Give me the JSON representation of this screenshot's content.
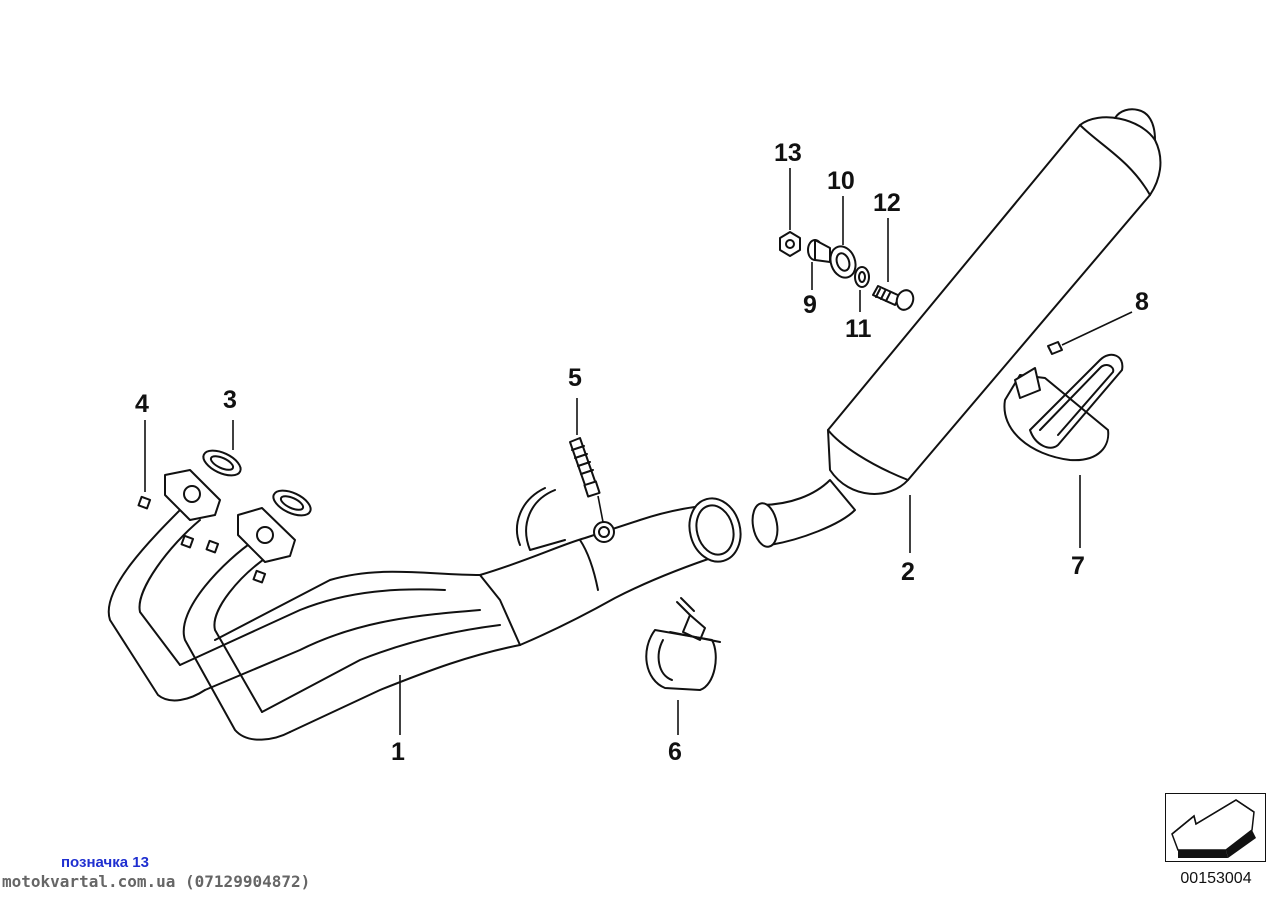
{
  "diagram": {
    "title": "Exhaust system parts diagram",
    "part_labels": {
      "p1": "1",
      "p2": "2",
      "p3": "3",
      "p4": "4",
      "p5": "5",
      "p6": "6",
      "p7": "7",
      "p8": "8",
      "p9": "9",
      "p10": "10",
      "p11": "11",
      "p12": "12",
      "p13": "13"
    },
    "reference_number": "00153004"
  },
  "watermark": {
    "tag": "позначка 13",
    "site": "motokvartal.com.ua (07129904872)"
  },
  "colors": {
    "line": "#111111",
    "watermark_tag": "#1f2fd0",
    "watermark_site": "#666666"
  }
}
